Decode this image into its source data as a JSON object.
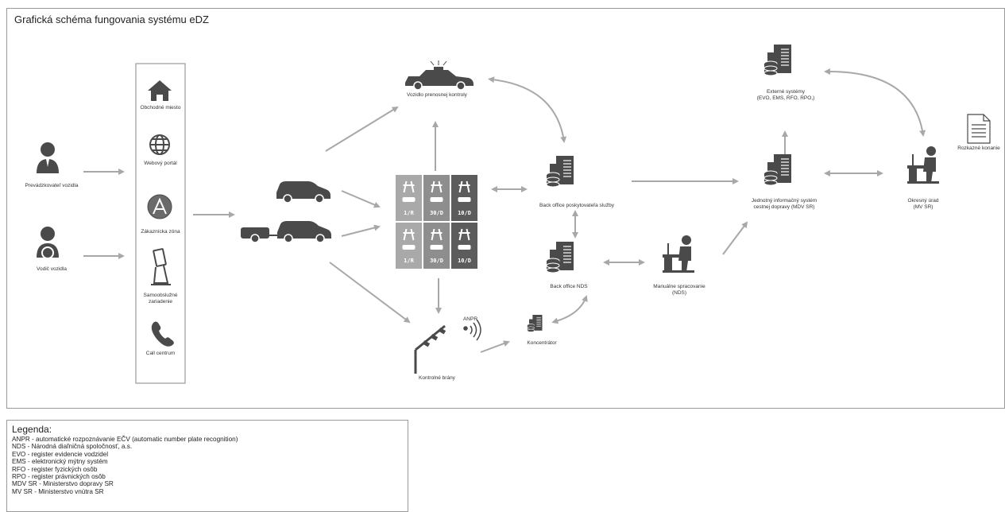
{
  "title": "Grafická schéma fungovania systému eDZ",
  "nodes": {
    "prevadzkovatel": "Prevádzkovateľ vozidla",
    "vodic": "Vodič vozidla",
    "obchodne_miesto": "Obchodné miesto",
    "webovy_portal": "Webový portál",
    "zakaznicka_zona": "Zákaznícka zóna",
    "samoobsluzne": "Samoobslužné\nzariadenie",
    "call_centrum": "Call centrum",
    "vozidlo_kontroly": "Vozidlo prenosnej kontroly",
    "back_office_poskytovatela": "Back office poskytovateľa služby",
    "back_office_nds": "Back office NDS",
    "koncentrator": "Koncentrátor",
    "kontrolne_brany": "Kontrolné brány",
    "anpr": "ANPR",
    "manualne": "Manuálne spracovanie\n(NDS)",
    "externe": "Externé systémy\n(EVO, EMS, RFO, RPO,)",
    "jednotny": "Jednotný informačný systém\ncestnej dopravy (MDV SR)",
    "okresny": "Okresný úrad\n(MV SR)",
    "rozkazne": "Rozkazné konanie"
  },
  "tiles": [
    {
      "label": "1/R"
    },
    {
      "label": "30/D"
    },
    {
      "label": "10/D"
    },
    {
      "label": "1/R"
    },
    {
      "label": "30/D"
    },
    {
      "label": "10/D"
    }
  ],
  "legend": {
    "title": "Legenda:",
    "items": [
      "ANPR - automatické rozpoznávanie EČV (automatic number plate recognition)",
      "NDS - Národná diaľničná spoločnosť, a.s.",
      "EVO - register evidencie vodzidel",
      "EMS - elektronický mýtny systém",
      "RFO - register fyzických osôb",
      "RPO - register právnických osôb",
      "MDV SR - Ministerstvo dopravy SR",
      "MV SR - Ministerstvo vnútra SR"
    ]
  },
  "colors": {
    "icon": "#4a4a4a",
    "arrow": "#a8a8a8",
    "tile_light": "#a9a9a9",
    "tile_mid": "#8e8e8e",
    "tile_dark": "#5c5c5c",
    "border": "#9a9a9a"
  }
}
